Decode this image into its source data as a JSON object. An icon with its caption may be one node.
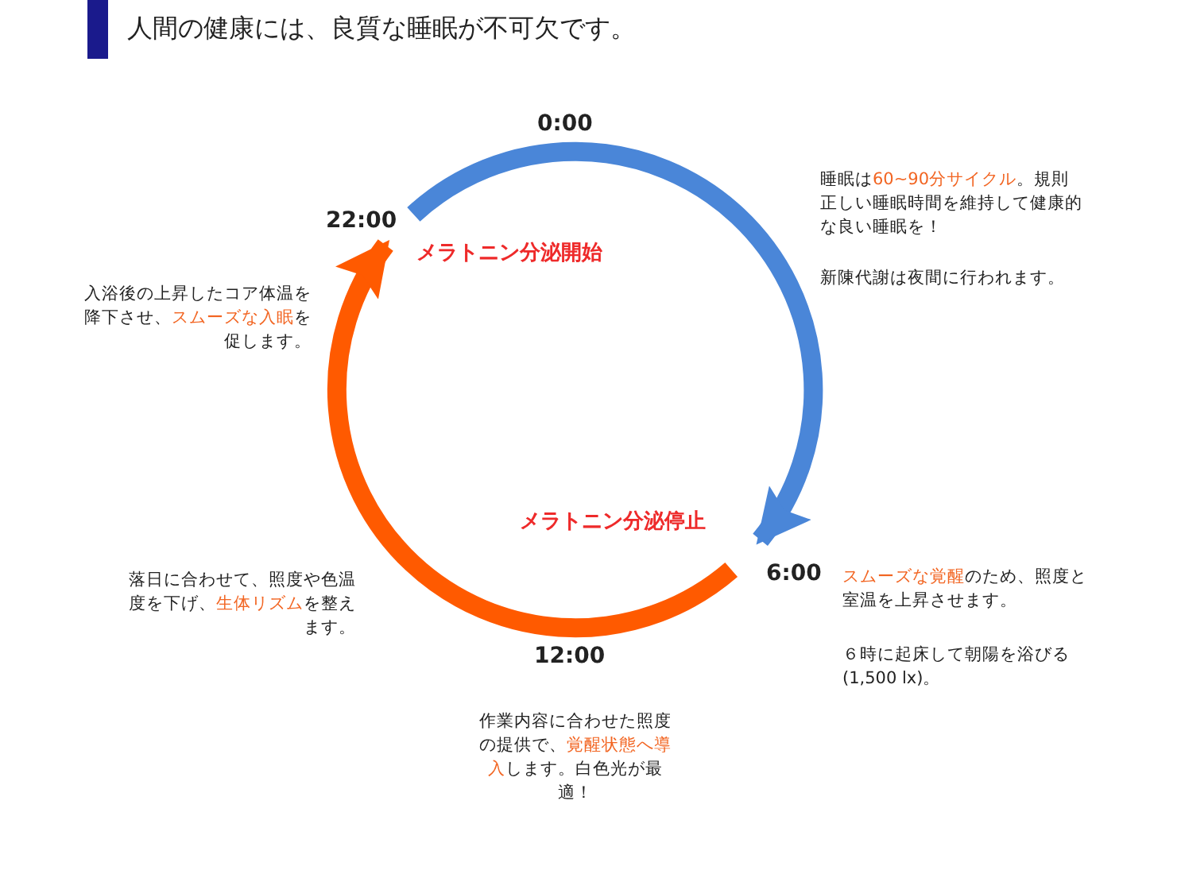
{
  "diagram": {
    "title": "人間の健康には、良質な睡眠が不可欠です。",
    "nodes": [
      {
        "text": [
          "22:00"
        ]
      },
      {
        "text": [
          "6:00"
        ]
      }
    ],
    "edges": [
      {
        "from": 0,
        "to": 1,
        "arrow": "to",
        "color": "#4a86d8"
      },
      {
        "from": 1,
        "to": 0,
        "arrow": "to",
        "color": "#ff5a00"
      }
    ],
    "labels": [
      "0:00",
      "メラトニン分泌開始",
      "メラトニン分泌停止",
      "12:00",
      "睡眠は**60~90分サイクル**。規則正しい睡眠時間を維持して健康的な良い睡眠を！",
      "新陳代謝は夜間に行われます。",
      "入浴後の上昇したコア体温を降下させ、**スムーズな入眠**を促します。",
      "落日に合わせて、照度や色温度を下げ、**生体リズム**を整えます。",
      "**スムーズな覚醒**のため、照度と室温を上昇させます。",
      "６時に起床して朝陽を浴びる (1,500 lx)。",
      "作業内容に合わせた照度の提供で、**覚醒状態へ導入**します。白色光が最適！"
    ]
  }
}
